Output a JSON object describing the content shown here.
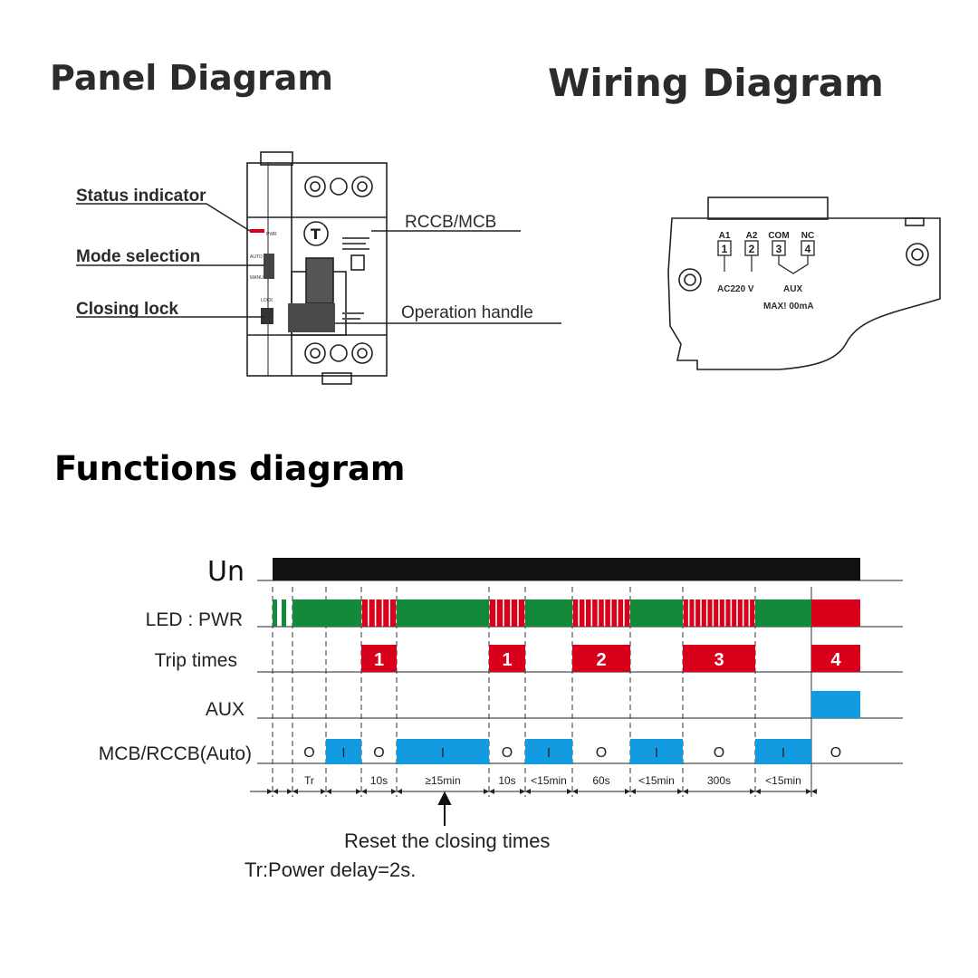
{
  "titles": {
    "panel": "Panel Diagram",
    "wiring": "Wiring Diagram",
    "functions": "Functions diagram"
  },
  "panel": {
    "callouts": {
      "status": "Status indicator",
      "mode": "Mode selection",
      "lock": "Closing lock",
      "rccb": "RCCB/MCB",
      "handle": "Operation handle"
    },
    "device_text": {
      "pwr": "PWR",
      "auto": "AUTO",
      "manu": "MANU",
      "lock": "LOCK",
      "brand": "T"
    }
  },
  "wiring": {
    "terminals": [
      {
        "label": "A1",
        "num": "1"
      },
      {
        "label": "A2",
        "num": "2"
      },
      {
        "label": "COM",
        "num": "3"
      },
      {
        "label": "NC",
        "num": "4"
      }
    ],
    "supply": "AC220 V",
    "aux": "AUX",
    "max": "MAX! 00mA"
  },
  "functions": {
    "rows": {
      "un": "Un",
      "led": "LED : PWR",
      "trip": "Trip times",
      "aux": "AUX",
      "mcb": "MCB/RCCB(Auto)"
    },
    "trip_labels": [
      "1",
      "1",
      "2",
      "3",
      "4"
    ],
    "states": [
      "O",
      "I",
      "O",
      "I",
      "O",
      "I",
      "O",
      "I",
      "O",
      "I",
      "O"
    ],
    "intervals": [
      "Tr",
      "10s",
      "≥15min",
      "10s",
      "<15min",
      "60s",
      "<15min",
      "300s",
      "<15min"
    ],
    "reset_note": "Reset the closing times",
    "tr_note": "Tr:Power delay=2s.",
    "colors": {
      "red": "#d9001b",
      "green": "#13893a",
      "blue": "#129be0",
      "black": "#111111"
    }
  }
}
